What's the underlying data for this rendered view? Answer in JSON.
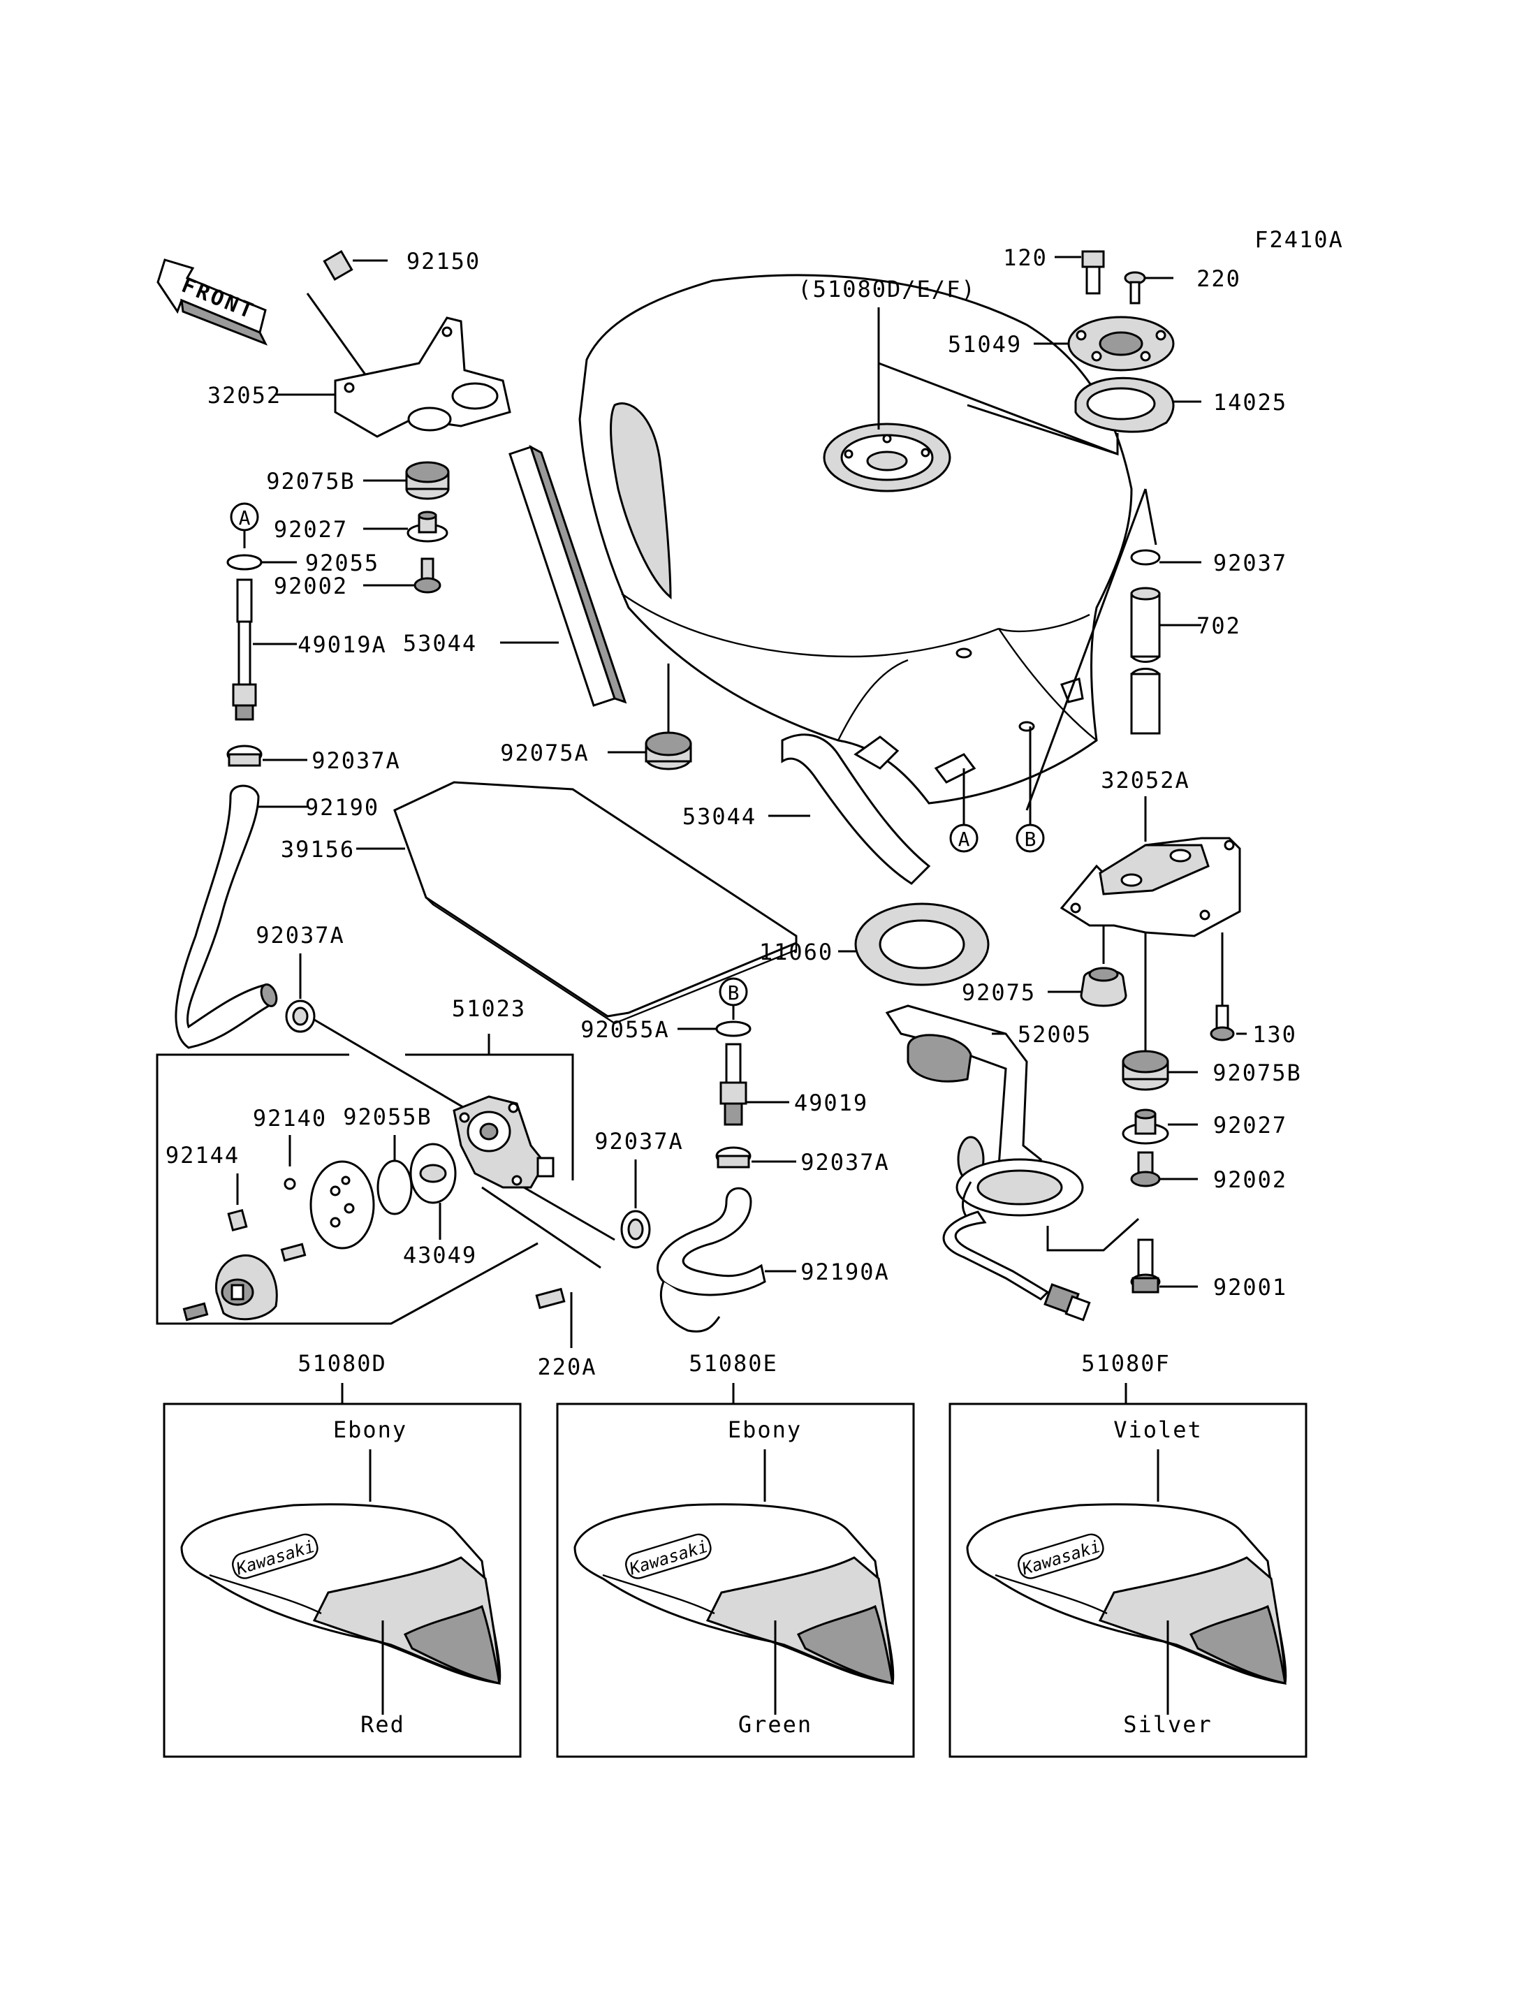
{
  "figure_code": "F2410A",
  "front_label": "FRONT",
  "tank_ref": "(51080D/E/F)",
  "brand": "Kawasaki",
  "ref_markers": {
    "a": "A",
    "b": "B"
  },
  "parts": {
    "p92150": "92150",
    "p32052": "32052",
    "p92075B_l": "92075B",
    "p92027_l": "92027",
    "p92055": "92055",
    "p92002_l": "92002",
    "p49019A": "49019A",
    "p53044_a": "53044",
    "p92075A": "92075A",
    "p53044_b": "53044",
    "p92037A_a": "92037A",
    "p92190": "92190",
    "p39156": "39156",
    "p92037A_b": "92037A",
    "p51023": "51023",
    "p92140": "92140",
    "p92055B": "92055B",
    "p92144": "92144",
    "p43049": "43049",
    "p92037A_c": "92037A",
    "p220A": "220A",
    "p92055A": "92055A",
    "p49019": "49019",
    "p92037A_d": "92037A",
    "p92190A": "92190A",
    "p11060": "11060",
    "p52005": "52005",
    "p120": "120",
    "p220": "220",
    "p51049": "51049",
    "p14025": "14025",
    "p92037": "92037",
    "p702": "702",
    "p32052A": "32052A",
    "p92075": "92075",
    "p130": "130",
    "p92075B_r": "92075B",
    "p92027_r": "92027",
    "p92002_r": "92002",
    "p92001": "92001"
  },
  "variants": [
    {
      "code": "51080D",
      "top_color": "Ebony",
      "bottom_color": "Red"
    },
    {
      "code": "51080E",
      "top_color": "Ebony",
      "bottom_color": "Green"
    },
    {
      "code": "51080F",
      "top_color": "Violet",
      "bottom_color": "Silver"
    }
  ]
}
